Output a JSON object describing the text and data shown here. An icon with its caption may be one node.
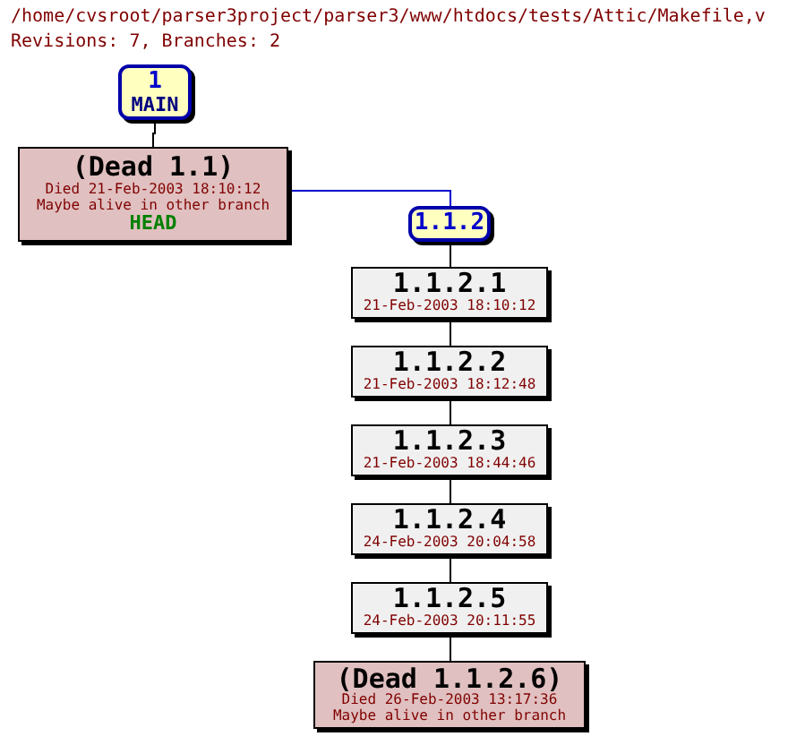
{
  "diagram": {
    "title": "/home/cvsroot/parser3project/parser3/www/htdocs/tests/Attic/Makefile,v",
    "nodes": [
      {
        "text": [
          "1",
          "MAIN"
        ]
      },
      {
        "text": [
          "(Dead 1.1)",
          "Died 21-Feb-2003 18:10:12",
          "Maybe alive in other branch",
          "HEAD"
        ]
      },
      {
        "text": [
          "1.1.2"
        ]
      },
      {
        "text": [
          "1.1.2.1",
          "21-Feb-2003 18:10:12"
        ]
      },
      {
        "text": [
          "1.1.2.2",
          "21-Feb-2003 18:12:48"
        ]
      },
      {
        "text": [
          "1.1.2.3",
          "21-Feb-2003 18:44:46"
        ]
      },
      {
        "text": [
          "1.1.2.4",
          "24-Feb-2003 20:04:58"
        ]
      },
      {
        "text": [
          "1.1.2.5",
          "24-Feb-2003 20:11:55"
        ]
      },
      {
        "text": [
          "(Dead 1.1.2.6)",
          "Died 26-Feb-2003 13:17:36",
          "Maybe alive in other branch"
        ]
      }
    ],
    "edges": [
      {
        "from": 0,
        "to": 1,
        "arrow": "none"
      },
      {
        "from": 1,
        "to": 2,
        "arrow": "none",
        "color": "#0000cc"
      },
      {
        "from": 2,
        "to": 3,
        "arrow": "none"
      },
      {
        "from": 3,
        "to": 4,
        "arrow": "none"
      },
      {
        "from": 4,
        "to": 5,
        "arrow": "none"
      },
      {
        "from": 5,
        "to": 6,
        "arrow": "none"
      },
      {
        "from": 6,
        "to": 7,
        "arrow": "none"
      },
      {
        "from": 7,
        "to": 8,
        "arrow": "none"
      }
    ],
    "labels": [
      "Revisions: 7, Branches: 2"
    ]
  }
}
